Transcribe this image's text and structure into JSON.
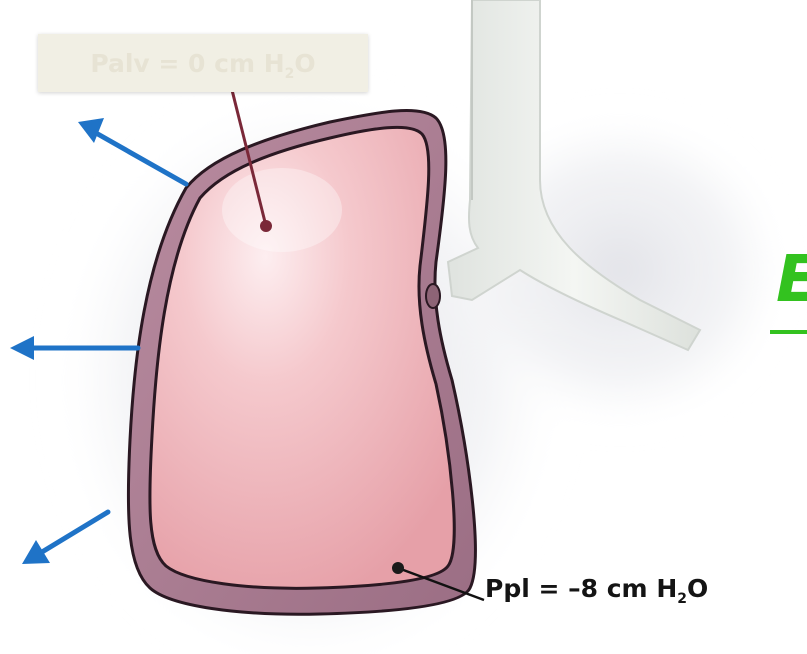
{
  "labels": {
    "palv": {
      "prefix": "Palv = 0 cm H",
      "sub": "2",
      "suffix": "O"
    },
    "ppl": {
      "prefix": "Ppl = –8 cm H",
      "sub": "2",
      "suffix": "O"
    },
    "partial_heading_letter": "E"
  },
  "colors": {
    "lung_fill": "#f2bcc0",
    "pleura": "#a97a8e",
    "airway": "#e9ece8",
    "arrow": "#1f73c7",
    "pointer": "#7a2838",
    "heading_green": "#33c21f"
  },
  "arrows": {
    "count": 3,
    "direction": "outward-left"
  }
}
